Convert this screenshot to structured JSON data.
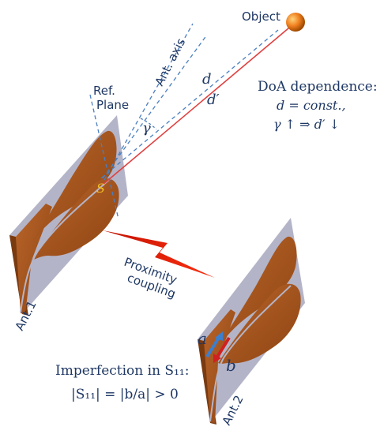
{
  "labels": {
    "object": "Object",
    "ant_axis": "Ant. axis",
    "ref_plane_line1": "Ref.",
    "ref_plane_line2": "Plane",
    "d": "d",
    "d_prime": "d′",
    "gamma": "γ",
    "S": "S",
    "ant1": "Ant.1",
    "ant2": "Ant.2",
    "coupling_line1": "Proximity",
    "coupling_line2": "coupling",
    "a": "a",
    "b": "b"
  },
  "doa": {
    "title": "DoA dependence:",
    "line1": "d = const.,",
    "line2": "γ ↑  ⇒ d′ ↓"
  },
  "imperfection": {
    "title": "Imperfection in S₁₁:",
    "formula": "|S₁₁| = |b/a| > 0"
  },
  "colors": {
    "panel": "#b4b4c8",
    "copper": "#a6531b",
    "copper_dark": "#7a3a10",
    "dashed_line": "#4a7fc1",
    "ray_red": "#e04040",
    "text_navy": "#1f3864",
    "yellow_S": "#f0c020",
    "arrow_blue": "#3a7fd0",
    "arrow_red": "#d02020",
    "object_orange": "#f08020",
    "lightning_red": "#e02010"
  },
  "icons": {
    "object": "orange-sphere",
    "coupling": "lightning-bolt"
  }
}
